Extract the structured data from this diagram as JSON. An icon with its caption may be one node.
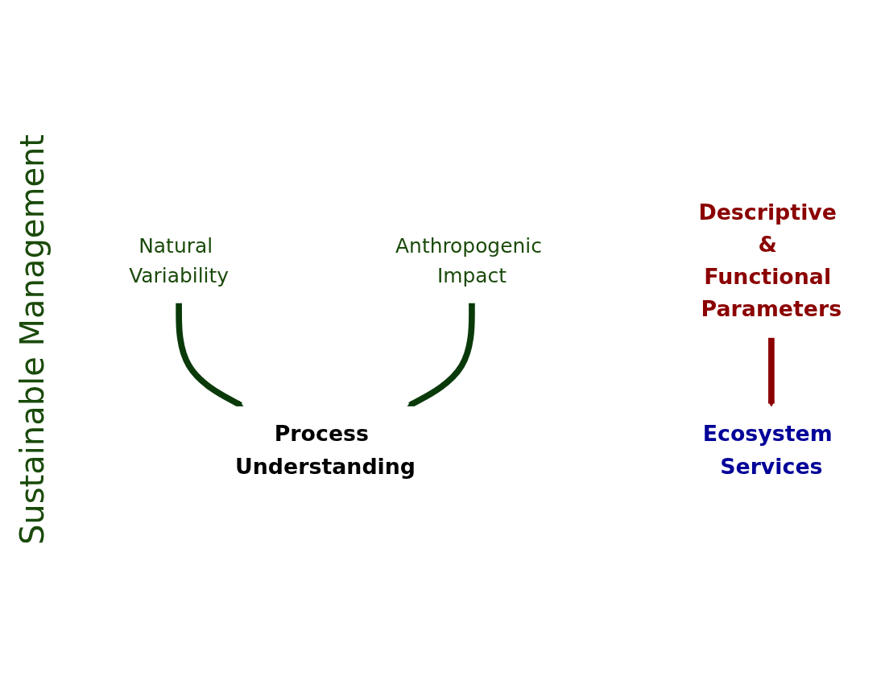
{
  "diagram": {
    "nodes": [
      {
        "text": [
          "Natural Variability"
        ]
      },
      {
        "text": [
          "Process Understanding"
        ]
      },
      {
        "text": [
          "Anthropogenic Impact"
        ]
      },
      {
        "text": [
          "Ecosystem Services"
        ]
      },
      {
        "text": [
          "Descriptive & Functional Parameters"
        ]
      }
    ],
    "edges": [
      {
        "from": 0,
        "to": 1,
        "arrow": "to"
      },
      {
        "from": 2,
        "to": 1,
        "arrow": "to"
      },
      {
        "from": 4,
        "to": 3,
        "arrow": "to",
        "color": "#8b0000"
      }
    ],
    "labels": [
      "Sustainable Management"
    ]
  }
}
